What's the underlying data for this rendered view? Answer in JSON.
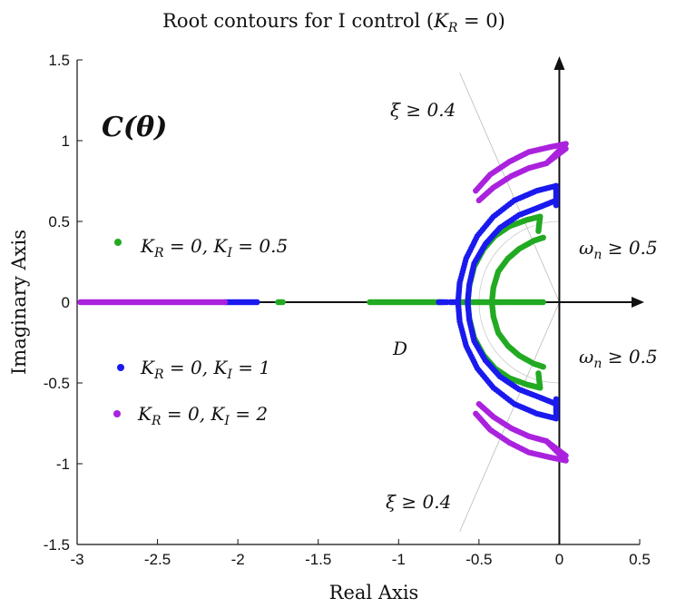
{
  "chart_data": {
    "type": "scatter",
    "title": "Root contours for I control (K_R = 0)",
    "xlabel": "Real Axis",
    "ylabel": "Imaginary Axis",
    "xlim": [
      -3,
      0.5
    ],
    "ylim": [
      -1.5,
      1.5
    ],
    "xticks": [
      "-3",
      "-2.5",
      "-2",
      "-1.5",
      "-1",
      "-0.5",
      "0",
      "0.5"
    ],
    "yticks": [
      "1.5",
      "1",
      "0.5",
      "0",
      "-0.5",
      "-1",
      "-1.5"
    ],
    "grid": false,
    "annotations": {
      "region_label": "C(θ)",
      "domain_label": "D",
      "xi_top": "ξ ≥ 0.4",
      "xi_bottom": "ξ ≥ 0.4",
      "wn_top": "ωn ≥ 0.5",
      "wn_bottom": "ωn ≥ 0.5"
    },
    "constraints": {
      "damping_ratio_min": 0.4,
      "natural_freq_min": 0.5
    },
    "series": [
      {
        "name": "K_R = 0, K_I = 0.5",
        "color": "#22aa22",
        "real_axis_segments": [
          [
            -1.75,
            -1.72
          ],
          [
            -1.18,
            -0.73
          ],
          [
            -0.62,
            -0.1
          ]
        ],
        "contour": {
          "outer_pts": [
            [
              -0.57,
              0.0
            ],
            [
              -0.56,
              0.1
            ],
            [
              -0.53,
              0.22
            ],
            [
              -0.47,
              0.33
            ],
            [
              -0.4,
              0.41
            ],
            [
              -0.31,
              0.47
            ],
            [
              -0.2,
              0.51
            ],
            [
              -0.12,
              0.53
            ]
          ],
          "inner_pts": [
            [
              -0.42,
              0.0
            ],
            [
              -0.41,
              0.09
            ],
            [
              -0.38,
              0.19
            ],
            [
              -0.32,
              0.27
            ],
            [
              -0.25,
              0.33
            ],
            [
              -0.16,
              0.38
            ],
            [
              -0.1,
              0.4
            ]
          ],
          "tip_out": [
            -0.12,
            0.53
          ],
          "tip_in": [
            -0.13,
            0.44
          ]
        }
      },
      {
        "name": "K_R = 0, K_I = 1",
        "color": "#1a1aee",
        "real_axis_segments": [
          [
            -2.08,
            -1.88
          ],
          [
            -0.75,
            -0.7
          ],
          [
            -0.68,
            -0.64
          ]
        ],
        "contour": {
          "outer_pts": [
            [
              -0.63,
              0.0
            ],
            [
              -0.62,
              0.12
            ],
            [
              -0.58,
              0.27
            ],
            [
              -0.51,
              0.41
            ],
            [
              -0.41,
              0.53
            ],
            [
              -0.28,
              0.63
            ],
            [
              -0.14,
              0.69
            ],
            [
              -0.02,
              0.72
            ]
          ],
          "inner_pts": [
            [
              -0.57,
              0.0
            ],
            [
              -0.56,
              0.11
            ],
            [
              -0.53,
              0.24
            ],
            [
              -0.46,
              0.36
            ],
            [
              -0.37,
              0.46
            ],
            [
              -0.25,
              0.54
            ],
            [
              -0.12,
              0.59
            ],
            [
              -0.02,
              0.63
            ]
          ],
          "tip_out": [
            -0.02,
            0.72
          ],
          "tip_in": [
            -0.02,
            0.6
          ]
        }
      },
      {
        "name": "K_R = 0, K_I = 2",
        "color": "#aa22dd",
        "real_axis_segments": [
          [
            -2.98,
            -2.08
          ]
        ],
        "contour": {
          "outer_pts": [
            [
              -0.52,
              0.69
            ],
            [
              -0.43,
              0.79
            ],
            [
              -0.31,
              0.87
            ],
            [
              -0.19,
              0.93
            ],
            [
              -0.06,
              0.96
            ],
            [
              0.04,
              0.98
            ]
          ],
          "inner_pts": [
            [
              -0.5,
              0.63
            ],
            [
              -0.41,
              0.71
            ],
            [
              -0.3,
              0.78
            ],
            [
              -0.19,
              0.83
            ],
            [
              -0.08,
              0.86
            ],
            [
              0.04,
              0.95
            ]
          ],
          "tip_out": [
            0.04,
            0.98
          ],
          "tip_in": [
            -0.08,
            0.86
          ]
        }
      }
    ]
  }
}
